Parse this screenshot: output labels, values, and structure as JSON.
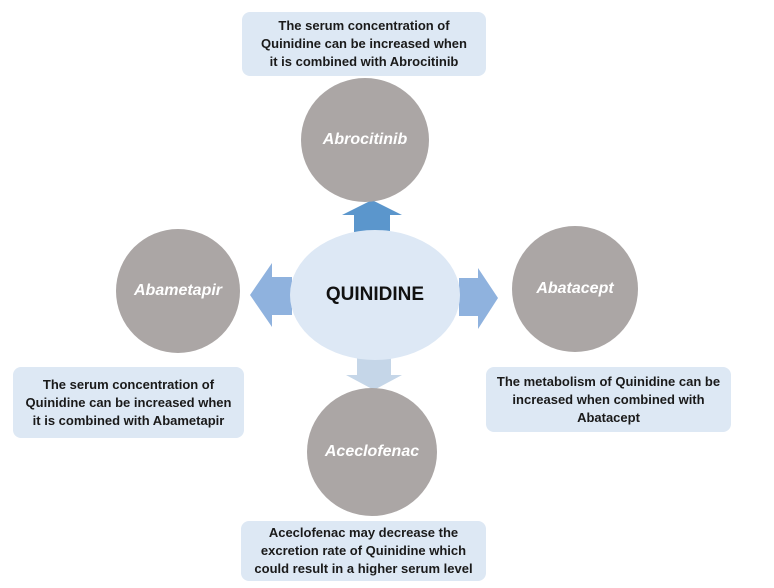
{
  "center": {
    "label": "QUINIDINE"
  },
  "nodes": {
    "top": {
      "drug": "Abrocitinib",
      "description": "The serum concentration of Quinidine can be increased when it is combined with Abrocitinib"
    },
    "left": {
      "drug": "Abametapir",
      "description": "The serum concentration of Quinidine can be increased when it is combined with Abametapir"
    },
    "right": {
      "drug": "Abatacept",
      "description": "The metabolism of Quinidine can be increased when combined with Abatacept"
    },
    "bottom": {
      "drug": "Aceclofenac",
      "description": "Aceclofenac may decrease the excretion rate of Quinidine which could result in a higher serum level"
    }
  },
  "colors": {
    "box": "#dde8f4",
    "circle": "#aba6a5",
    "arrow_up": "#5b96cc",
    "arrow_side": "#8fb2de",
    "arrow_down": "#c5d6e8"
  }
}
